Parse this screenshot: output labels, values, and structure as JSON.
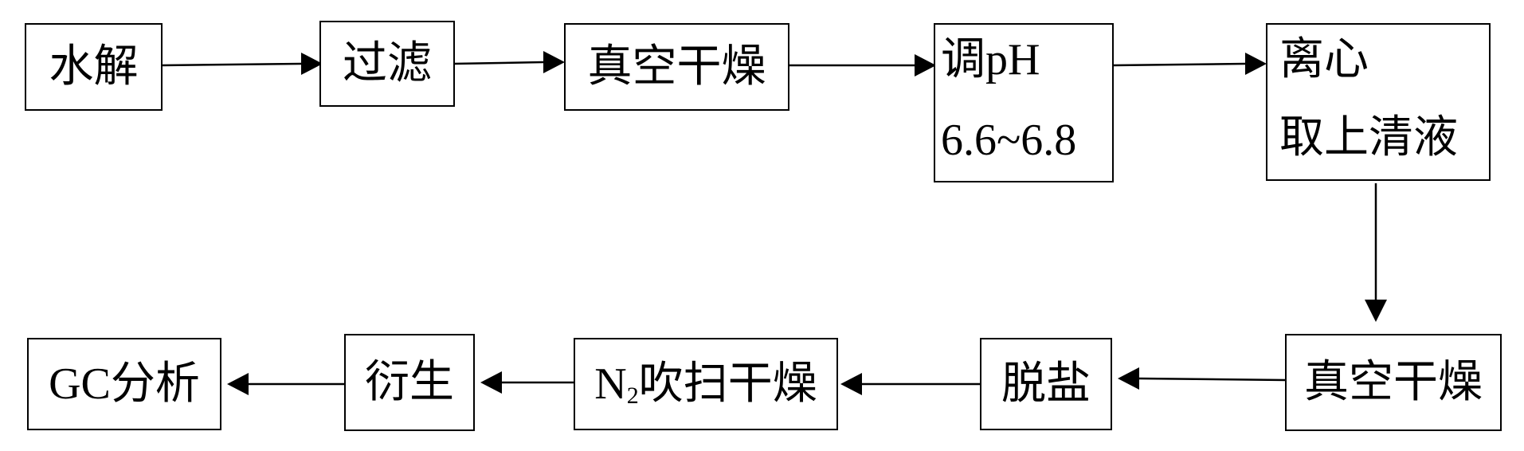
{
  "steps": {
    "hydrolysis": {
      "lines": [
        "水解"
      ]
    },
    "filtration": {
      "lines": [
        "过滤"
      ]
    },
    "vacuum_dry_1": {
      "lines": [
        "真空干燥"
      ]
    },
    "adjust_ph": {
      "lines": [
        "调pH",
        "6.6~6.8"
      ]
    },
    "centrifuge": {
      "lines": [
        "离心",
        "取上清液"
      ]
    },
    "vacuum_dry_2": {
      "lines": [
        "真空干燥"
      ]
    },
    "desalting": {
      "lines": [
        "脱盐"
      ]
    },
    "n2_blow_dry": {
      "label_n": "N",
      "label_sub": "2",
      "label_rest": "吹扫干燥"
    },
    "derivatization": {
      "lines": [
        "衍生"
      ]
    },
    "gc_analysis": {
      "lines": [
        "GC分析"
      ]
    }
  },
  "colors": {
    "stroke": "#000000",
    "background": "#ffffff"
  }
}
